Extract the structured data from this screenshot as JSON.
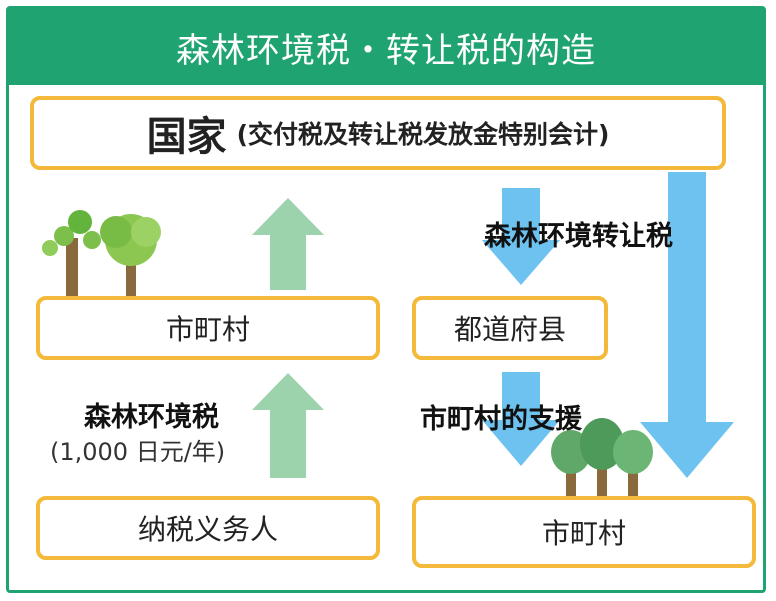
{
  "header": {
    "title": "森林环境税・转让税的构造"
  },
  "nation_box": {
    "title": "国家",
    "subtitle": "(交付税及转让税发放金特别会计)"
  },
  "left": {
    "municipality": "市町村",
    "tax_label": "森林环境税",
    "tax_amount": "(1,000 日元/年)",
    "taxpayer": "纳税义务人"
  },
  "right": {
    "transfer_label": "森林环境转让税",
    "prefecture": "都道府县",
    "support_label": "市町村的支援",
    "municipality": "市町村"
  },
  "colors": {
    "frame": "#1fa371",
    "box_border": "#f4b93a",
    "arrow_green": "#9cd3ad",
    "arrow_blue": "#6ec2ef"
  }
}
